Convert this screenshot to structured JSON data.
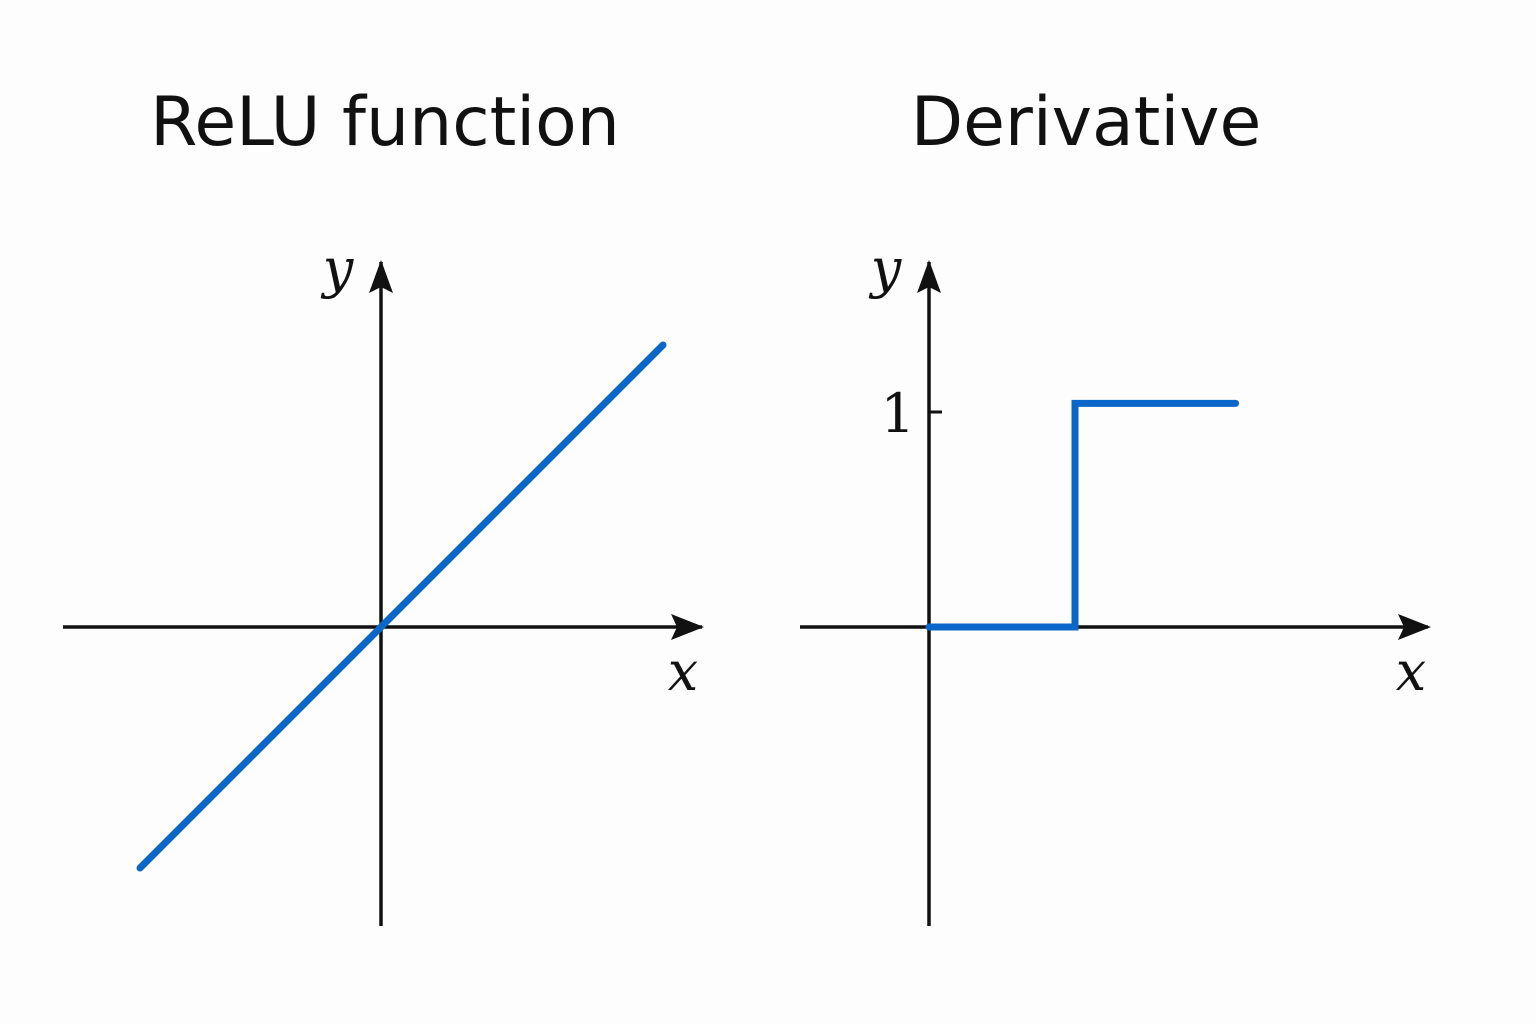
{
  "chart_data": [
    {
      "type": "line",
      "title": "ReLU function",
      "xlabel": "x",
      "ylabel": "y",
      "xlim": [
        -1.3,
        1.3
      ],
      "ylim": [
        -1.2,
        1.4
      ],
      "grid": false,
      "legend": "none",
      "ticks": [],
      "series": [
        {
          "x": [
            -1.0,
            1.17
          ],
          "y": [
            -1.0,
            1.17
          ]
        }
      ],
      "color": "#0a66c8"
    },
    {
      "type": "line",
      "title": "Derivative",
      "xlabel": "x",
      "ylabel": "y",
      "xlim": [
        0,
        2.1
      ],
      "ylim": [
        -1.35,
        1.65
      ],
      "grid": false,
      "legend": "none",
      "ticks": [
        {
          "axis": "y",
          "value": 1,
          "label": "1"
        }
      ],
      "series": [
        {
          "x": [
            0,
            1,
            1,
            2.1
          ],
          "y": [
            0,
            0,
            1.04,
            1.04
          ]
        }
      ],
      "color": "#0a66c8"
    }
  ]
}
